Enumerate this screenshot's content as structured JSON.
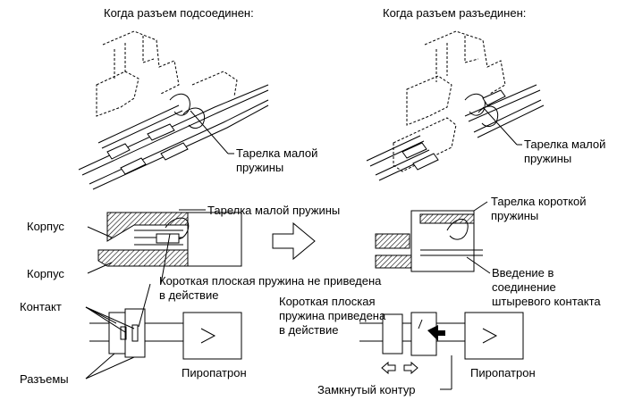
{
  "headings": {
    "connected": "Когда разъем подсоединен:",
    "disconnected": "Когда разъем разъединен:"
  },
  "labels": {
    "small_spring_plate_left": "Тарелка малой\nпружины",
    "small_spring_plate_right": "Тарелка малой\nпружины",
    "small_spring_plate_section": "Тарелка малой пружины",
    "short_spring_plate": "Тарелка короткой\nпружины",
    "housing_top": "Корпус",
    "housing_bottom": "Корпус",
    "pin_insertion": "Введение в\nсоединение\nштыревого контакта",
    "short_flat_spring_not_active": "Короткая плоская пружина не приведена\nв действие",
    "short_flat_spring_active": "Короткая плоская\nпружина приведена\nв действие",
    "contact": "Контакт",
    "connectors": "Разъемы",
    "squib_left": "Пиропатрон",
    "squib_right": "Пиропатрон",
    "closed_circuit": "Замкнутый контур"
  }
}
